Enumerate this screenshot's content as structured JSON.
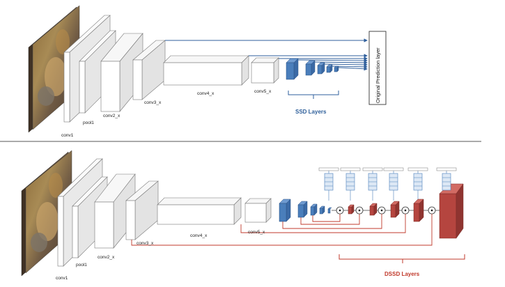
{
  "top_diagram": {
    "layer_labels": {
      "conv1": "conv1",
      "pool1": "pool1",
      "conv2": "conv2_x",
      "conv3": "conv3_x",
      "conv4": "conv4_x",
      "conv5": "conv5_x"
    },
    "ssd_layers_label": "SSD Layers",
    "prediction_layer_label": "Original Prediction layer"
  },
  "bottom_diagram": {
    "layer_labels": {
      "conv1": "conv1",
      "pool1": "pool1",
      "conv2": "conv2_x",
      "conv3": "conv3_x",
      "conv4": "conv4_x",
      "conv5": "conv5_x"
    },
    "dssd_layers_label": "DSSD Layers"
  },
  "colors": {
    "ssd_blue": "#4a7ebb",
    "dssd_red": "#b5453f",
    "arrow_blue": "#2f5f9c",
    "line_red": "#c0392b",
    "block_gray": "#eeeeee"
  }
}
